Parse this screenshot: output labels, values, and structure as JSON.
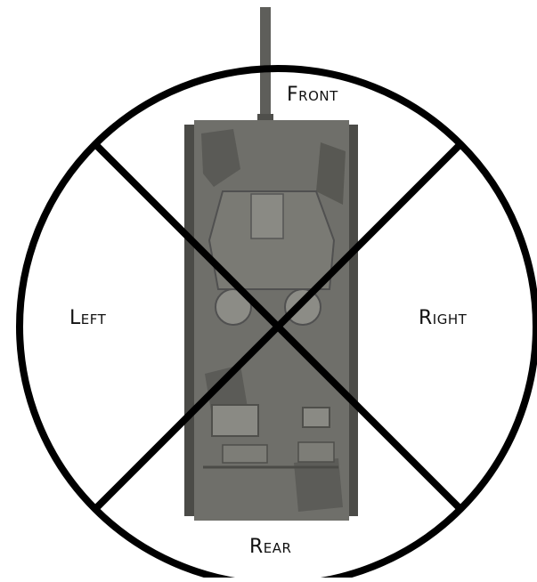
{
  "labels": {
    "front": "Front",
    "left": "Left",
    "right": "Right",
    "rear": "Rear"
  },
  "colors": {
    "outline": "#000000",
    "tank_hull": "#6f6f6a",
    "tank_dark": "#4a4a47",
    "tank_light": "#8c8c86",
    "background": "#ffffff"
  },
  "icons": {
    "vehicle": "tank-top-view"
  }
}
